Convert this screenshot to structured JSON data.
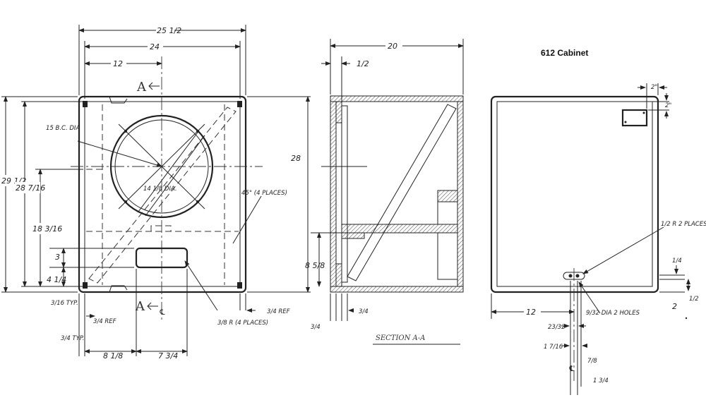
{
  "title": "612 Cabinet",
  "front_view": {
    "dim_overall_width": "25 1/2",
    "dim_inner_width": "24",
    "dim_center": "12",
    "dim_overall_height": "29 1/2",
    "dim_inner_height": "28 7/16",
    "dim_hole_center_height": "18 3/16",
    "dim_port_a": "3",
    "dim_port_b": "4 1/4",
    "dim_typ_small": "3/16 TYP.",
    "dim_ref_left": "3/4 REF",
    "dim_typ_left": "3/4 TYP.",
    "dim_bottom_left": "8 1/8",
    "dim_bottom_right": "7 3/4",
    "dim_ref_right": "3/4 REF",
    "bc_dia_note": "15 B.C. DIA",
    "hole_dia_note": "14 1/8 DIA.",
    "angle_note": "45° (4 PLACES)",
    "radius_note": "3/8 R (4 PLACES)",
    "section_mark": "A",
    "centerline_mark": "℄",
    "dim_height_28": "28"
  },
  "section_view": {
    "dim_depth": "20",
    "dim_front_offset": "1/2",
    "dim_shelf_height": "8 5/8",
    "dim_thickness": "3/4",
    "dim_small": "3/4",
    "label": "SECTION A-A"
  },
  "rear_view": {
    "dim_plate_w": "2\"",
    "dim_plate_h": "2\"",
    "radius_note": "1/2 R 2 PLACES",
    "holes_note": "9/32 DIA 2 HOLES",
    "dim_center": "12",
    "dim_right_1": "1/4",
    "dim_right_2": "1/2",
    "dim_right_3": "2",
    "dim_v1": "23/32",
    "dim_v2": "1 7/16",
    "dim_v3": "7/8",
    "dim_v4": "1 3/4",
    "centerline_mark": "℄"
  }
}
